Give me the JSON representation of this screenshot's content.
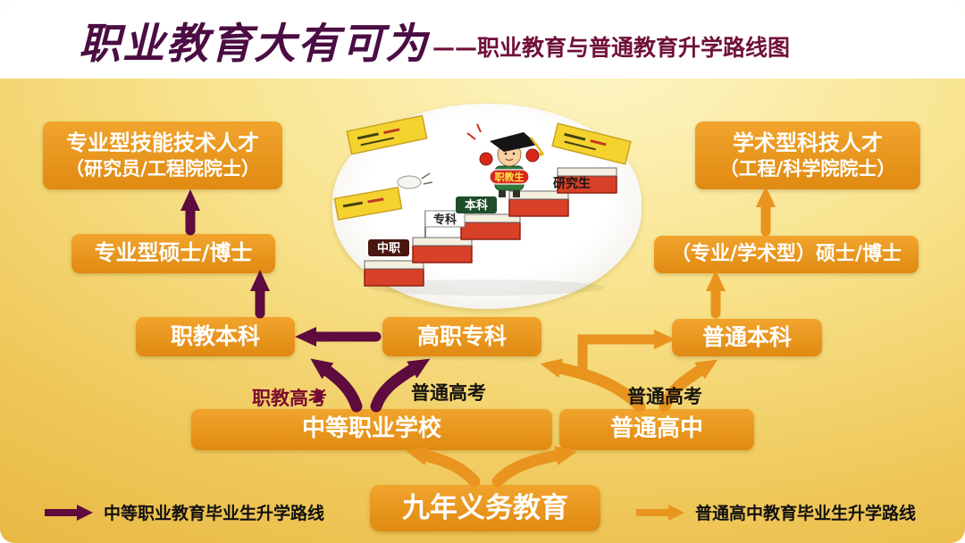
{
  "header": {
    "title": "职业教育大有可为",
    "subtitle": "——职业教育与普通教育升学路线图"
  },
  "nodes": {
    "left_talent": {
      "line1": "专业型技能技术人才",
      "line2": "（研究员/工程院院士）"
    },
    "left_master": "专业型硕士/博士",
    "vocational_bachelor": "职教本科",
    "higher_vocational": "高职专科",
    "right_talent": {
      "line1": "学术型科技人才",
      "line2": "（工程/科学院院士）"
    },
    "right_master": "（专业/学术型）硕士/博士",
    "general_bachelor": "普通本科",
    "secondary_vocational": "中等职业学校",
    "general_high": "普通高中",
    "compulsory": "九年义务教育"
  },
  "edge_labels": {
    "vocational_exam": "职教高考",
    "general_exam_center": "普通高考",
    "general_exam_right": "普通高考"
  },
  "illustration": {
    "steps": [
      "中职",
      "专科",
      "本科",
      "研究生"
    ],
    "student_badge": "职教生"
  },
  "legend": {
    "left": "中等职业教育毕业生升学路线",
    "right": "普通高中教育毕业生升学路线"
  },
  "colors": {
    "box_orange": "#E8911B",
    "vocational_path_purple": "#5E0B3E",
    "general_path_orange": "#E8941F",
    "title_purple": "#4B0D43",
    "subtitle_maroon": "#70103A"
  }
}
